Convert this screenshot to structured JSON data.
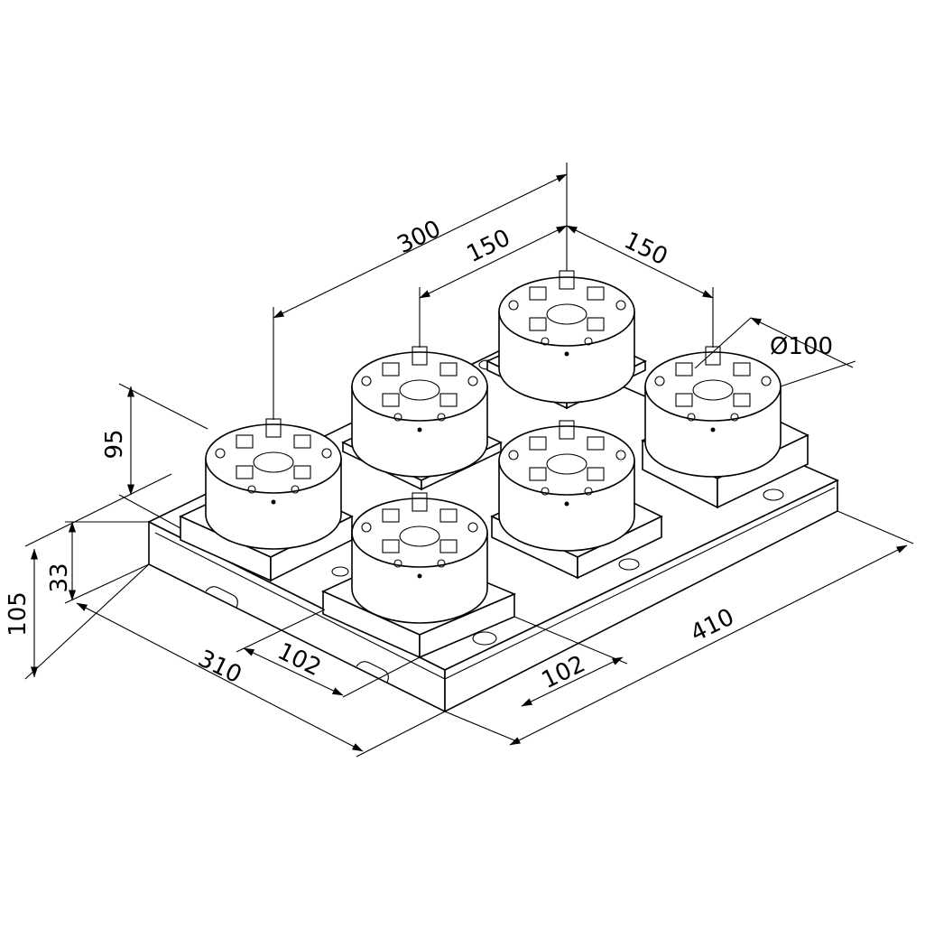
{
  "drawing": {
    "dimensions": {
      "d300": "300",
      "d150a": "150",
      "d150b": "150",
      "d100": "Ø100",
      "d95": "95",
      "d33": "33",
      "d105": "105",
      "d310": "310",
      "d102a": "102",
      "d102b": "102",
      "d410": "410"
    },
    "line_color": "#000000",
    "background": "#ffffff"
  }
}
